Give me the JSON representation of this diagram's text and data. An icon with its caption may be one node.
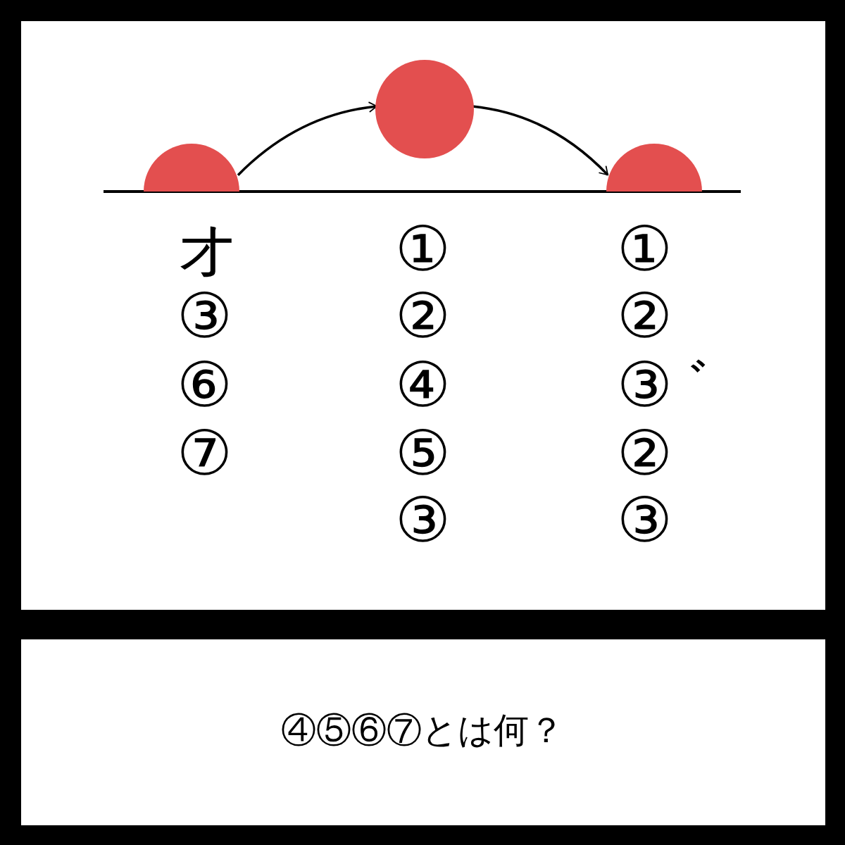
{
  "diagram": {
    "nodes": [
      {
        "text": [],
        "shape": "semicircle",
        "beside": [
          "オ",
          "③",
          "⑥",
          "⑦"
        ]
      },
      {
        "text": [],
        "shape": "circle",
        "beside": [
          "①",
          "②",
          "④",
          "⑤",
          "③"
        ]
      },
      {
        "text": [],
        "shape": "semicircle",
        "beside": [
          "①",
          "②",
          "③゛",
          "②",
          "③"
        ]
      }
    ],
    "edges": [
      {
        "from": 0,
        "to": 1,
        "arrow": "to"
      },
      {
        "from": 1,
        "to": 2,
        "arrow": "to"
      }
    ],
    "labels": [
      "④⑤⑥⑦とは何？"
    ]
  }
}
